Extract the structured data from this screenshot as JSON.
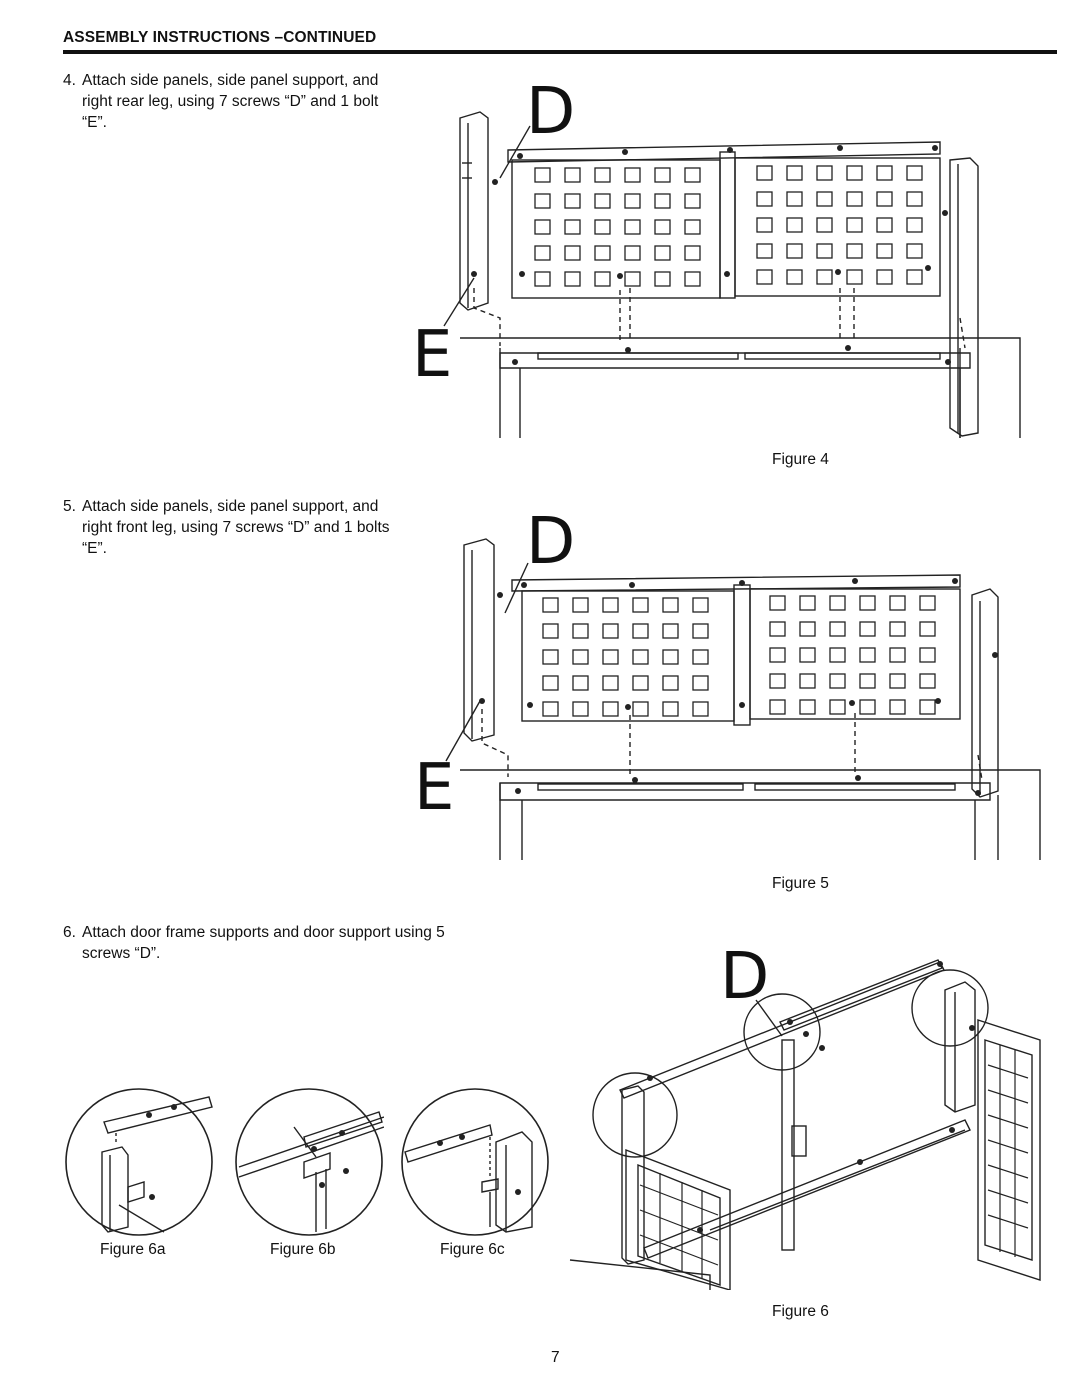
{
  "header": {
    "title": "ASSEMBLY INSTRUCTIONS –CONTINUED"
  },
  "steps": [
    {
      "number": "4.",
      "text": "Attach side panels, side panel support, and right rear leg, using 7 screws “D” and 1 bolt “E”."
    },
    {
      "number": "5.",
      "text": "Attach side panels, side panel support, and right front leg, using 7 screws “D” and 1 bolts “E”."
    },
    {
      "number": "6.",
      "text": "Attach door frame supports and door support using 5 screws “D”."
    }
  ],
  "figures": {
    "fig4": {
      "caption": "Figure 4",
      "label_d": "D",
      "label_e": "E"
    },
    "fig5": {
      "caption": "Figure 5",
      "label_d": "D",
      "label_e": "E"
    },
    "fig6": {
      "caption": "Figure 6",
      "label_d": "D"
    },
    "fig6a": {
      "caption": "Figure 6a"
    },
    "fig6b": {
      "caption": "Figure 6b"
    },
    "fig6c": {
      "caption": "Figure 6c"
    }
  },
  "page_number": "7"
}
